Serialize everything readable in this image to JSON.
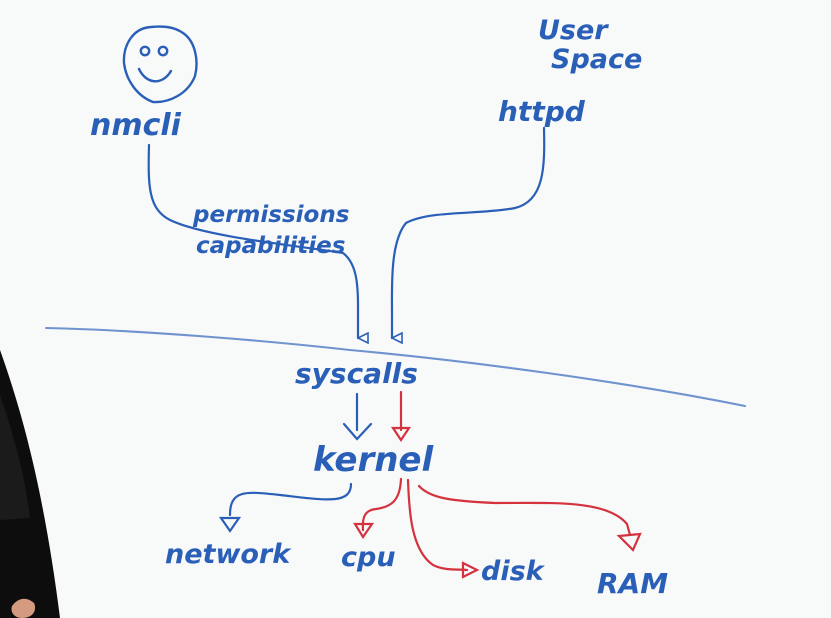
{
  "colors": {
    "board": "#fbfbfb",
    "ink_blue": "#2a5fb8",
    "ink_red": "#d3323e",
    "line_light": "#6f93cf",
    "person": "#111111"
  },
  "labels": {
    "user_space_1": "User",
    "user_space_2": "Space",
    "nmcli": "nmcli",
    "httpd": "httpd",
    "permissions": "permissions",
    "capabilities": "capabilities",
    "syscalls": "syscalls",
    "kernel": "kernel",
    "network": "network",
    "cpu": "cpu",
    "disk": "disk",
    "ram": "RAM"
  },
  "icons": {
    "face": "smiley-face-icon"
  }
}
